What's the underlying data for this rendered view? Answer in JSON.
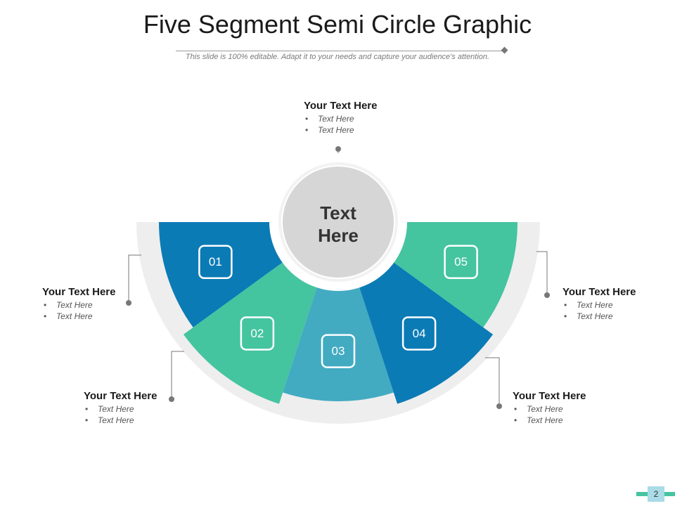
{
  "title": "Five Segment Semi Circle Graphic",
  "subtitle": "This slide is 100% editable. Adapt it to your needs and capture your audience's attention.",
  "center_label": [
    "Text",
    "Here"
  ],
  "colors": {
    "dark_blue": "#0b7bb5",
    "green": "#45c4a0",
    "teal": "#42abc2",
    "outer_ring": "#eeeeee",
    "center_circle": "#d6d6d6",
    "connector": "#777777"
  },
  "segments": [
    {
      "number": "01",
      "color": "dark_blue"
    },
    {
      "number": "02",
      "color": "green"
    },
    {
      "number": "03",
      "color": "teal"
    },
    {
      "number": "04",
      "color": "dark_blue"
    },
    {
      "number": "05",
      "color": "green"
    }
  ],
  "callouts": [
    {
      "heading": "Your Text Here",
      "bullets": [
        "Text Here",
        "Text Here"
      ]
    },
    {
      "heading": "Your Text Here",
      "bullets": [
        "Text Here",
        "Text Here"
      ]
    },
    {
      "heading": "Your Text Here",
      "bullets": [
        "Text Here",
        "Text Here"
      ]
    },
    {
      "heading": "Your Text Here",
      "bullets": [
        "Text Here",
        "Text Here"
      ]
    },
    {
      "heading": "Your Text Here",
      "bullets": [
        "Text Here",
        "Text Here"
      ]
    }
  ],
  "page_number": "2"
}
